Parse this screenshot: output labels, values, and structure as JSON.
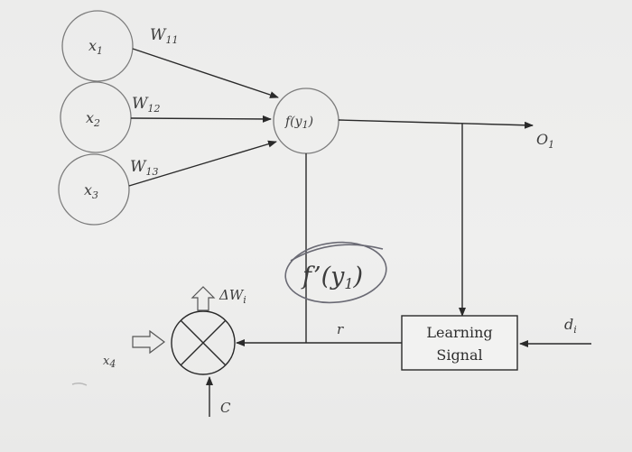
{
  "inputs": [
    {
      "base": "x",
      "sub": "1"
    },
    {
      "base": "x",
      "sub": "2"
    },
    {
      "base": "x",
      "sub": "3"
    }
  ],
  "weights": [
    {
      "base": "W",
      "sub": "11"
    },
    {
      "base": "W",
      "sub": "12"
    },
    {
      "base": "W",
      "sub": "13"
    }
  ],
  "neuron": {
    "text": "f(y",
    "sub": "1",
    "close": ")"
  },
  "output": {
    "base": "O",
    "sub": "1"
  },
  "derivative": {
    "text": "f’(y",
    "sub": "1",
    "close": ")"
  },
  "r_label": "r",
  "learning_signal": {
    "line1": "Learning",
    "line2": "Signal"
  },
  "desired": {
    "base": "d",
    "sub": "i"
  },
  "delta_w": {
    "text": "ΔW",
    "sub": "i"
  },
  "x4": {
    "base": "x",
    "sub": "4"
  },
  "c_label": "C"
}
